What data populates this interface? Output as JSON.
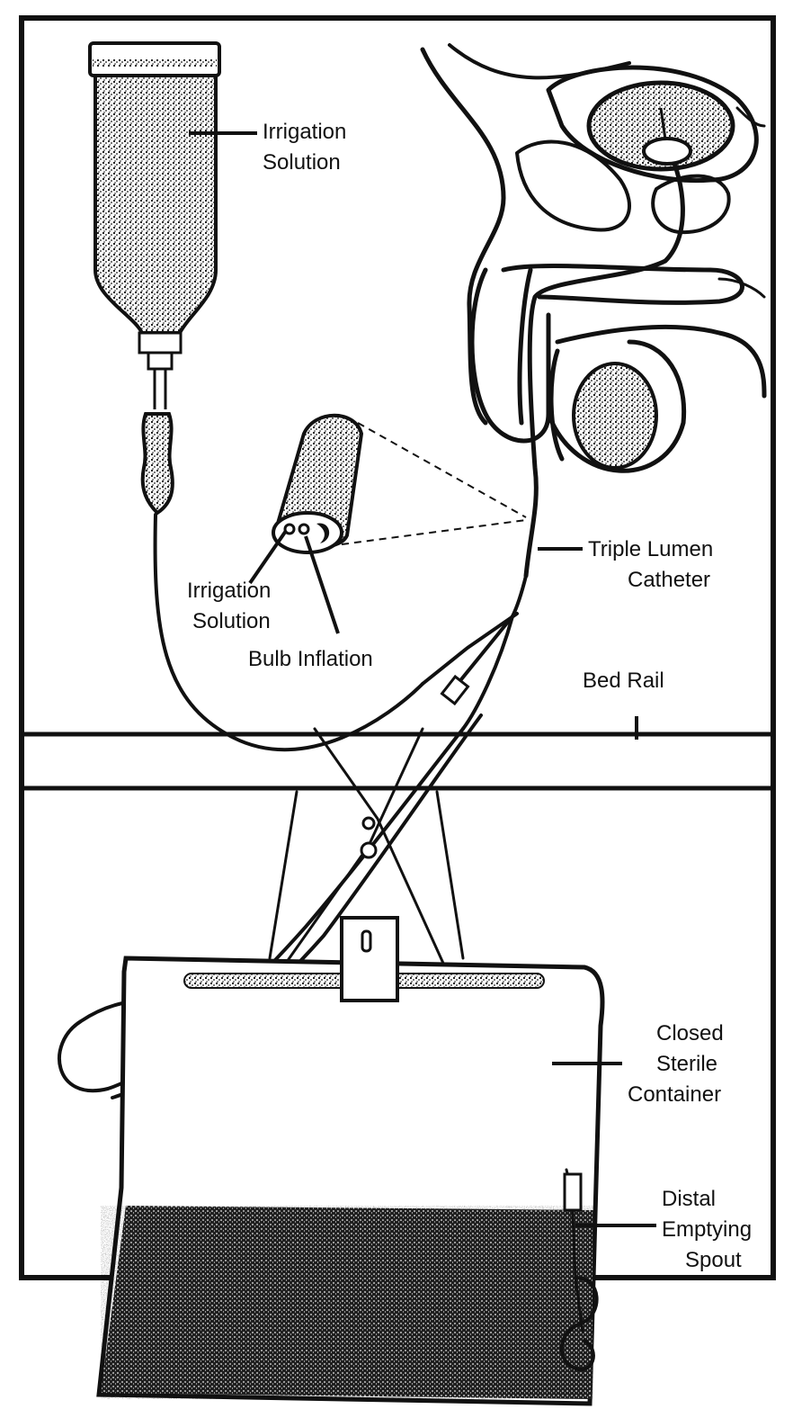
{
  "labels": {
    "irrigation_solution_bottle": [
      "Irrigation",
      "Solution"
    ],
    "irrigation_solution_lumen": [
      "Irrigation",
      "Solution"
    ],
    "bulb_inflation": "Bulb Inflation",
    "triple_lumen_catheter": [
      "Triple Lumen",
      "Catheter"
    ],
    "bed_rail": "Bed Rail",
    "closed_sterile_container": [
      "Closed",
      "Sterile",
      "Container"
    ],
    "distal_emptying_spout": [
      "Distal",
      "Emptying",
      "Spout"
    ]
  },
  "colors": {
    "ink": "#111111",
    "paper": "#ffffff",
    "stipple": "#1a1a1a"
  }
}
